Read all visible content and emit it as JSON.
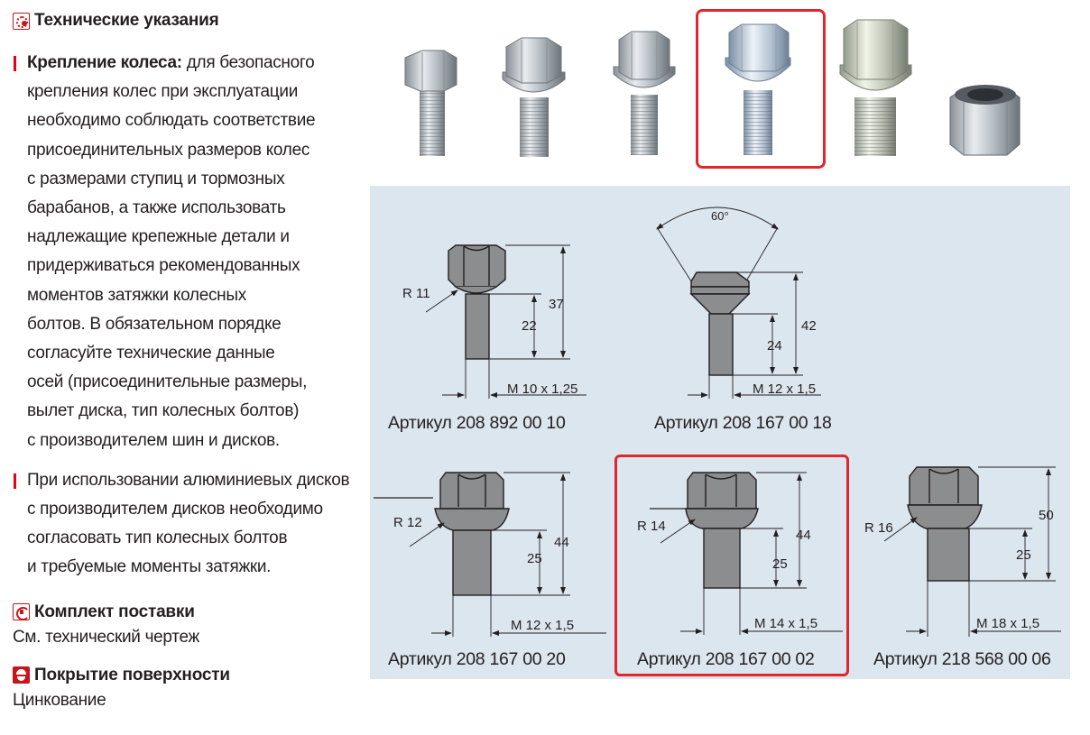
{
  "technical": {
    "title": "Технические указания",
    "bullet1": {
      "bold": "Крепление колеса:",
      "lines": [
        " для безопасного",
        "крепления колес при эксплуатации",
        "необходимо соблюдать соответствие",
        "присоединительных размеров колес",
        "с размерами ступиц и тормозных",
        "барабанов, а также использовать",
        "надлежащие крепежные детали и",
        "придерживаться рекомендованных",
        "моментов затяжки колесных",
        "болтов. В обязательном порядке",
        "согласуйте технические данные",
        "осей (присоединительные размеры,",
        "вылет диска, тип колесных болтов)",
        "с производителем шин и дисков."
      ]
    },
    "bullet2": {
      "lines": [
        "При использовании алюминиевых дисков",
        "с производителем дисков необходимо",
        "согласовать тип колесных болтов",
        "и требуемые моменты затяжки."
      ]
    }
  },
  "delivery": {
    "title": "Комплект поставки",
    "text": "См. технический чертеж"
  },
  "coating": {
    "title": "Покрытие поверхности",
    "text": "Цинкование"
  },
  "drawings": [
    {
      "article": "Артикул 208 892 00 10",
      "radius": "R 11",
      "total": "37",
      "thread_len": "22",
      "thread": "M 10 x 1,25"
    },
    {
      "article": "Артикул 208 167 00 18",
      "angle": "60°",
      "total": "42",
      "thread_len": "24",
      "thread": "M 12 x 1,5"
    },
    {
      "article": "Артикул 208 167 00 20",
      "radius": "R 12",
      "total": "44",
      "thread_len": "25",
      "thread": "M 12 x 1,5"
    },
    {
      "article": "Артикул 208 167 00 02",
      "radius": "R 14",
      "total": "44",
      "thread_len": "25",
      "thread": "M 14 x 1,5"
    },
    {
      "article": "Артикул 218 568 00 06",
      "radius": "R 16",
      "total": "50",
      "thread_len": "25",
      "thread": "M 18 x 1,5"
    }
  ],
  "colors": {
    "accent": "#e1262d",
    "panel": "#dce6ee",
    "text": "#231f20"
  }
}
